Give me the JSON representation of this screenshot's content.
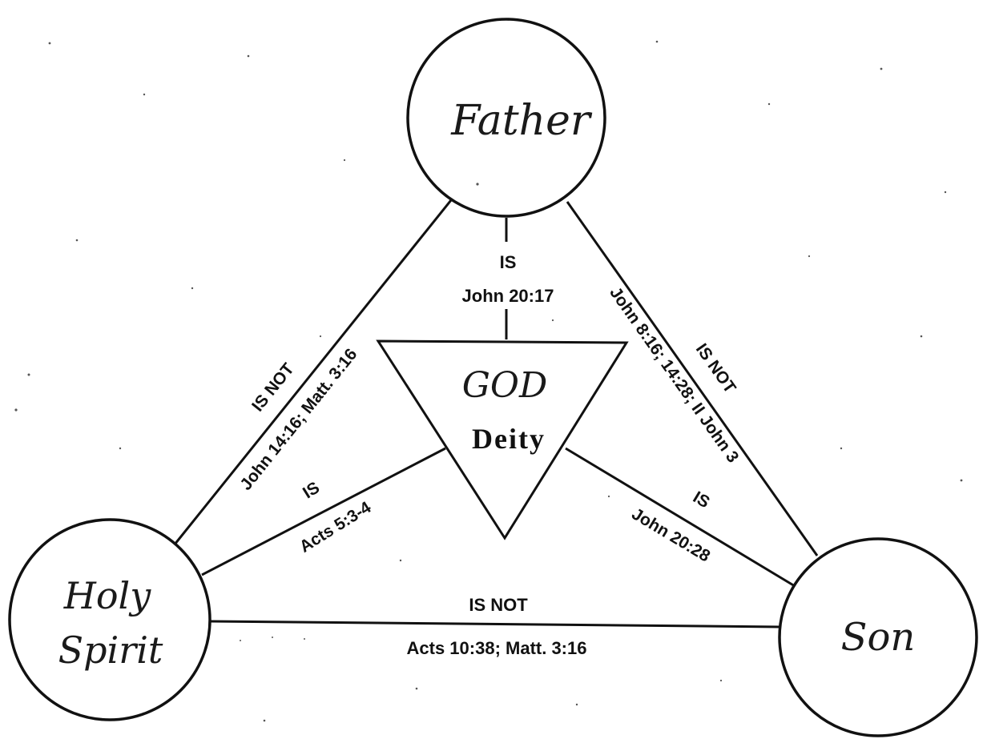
{
  "nodes": {
    "father": {
      "label": "Father"
    },
    "holy_spirit": {
      "line1": "Holy",
      "line2": "Spirit"
    },
    "son": {
      "label": "Son"
    },
    "god": {
      "title": "GOD",
      "subtitle": "Deity"
    }
  },
  "edges": {
    "father_god": {
      "relation": "IS",
      "reference": "John 20:17"
    },
    "father_holy_spirit": {
      "relation": "IS NOT",
      "reference": "John 14:16; Matt. 3:16"
    },
    "father_son": {
      "relation": "IS NOT",
      "reference": "John 8:16; 14:28; II John 3"
    },
    "holy_spirit_god": {
      "relation": "IS",
      "reference": "Acts 5:3-4"
    },
    "son_god": {
      "relation": "IS",
      "reference": "John 20:28"
    },
    "holy_spirit_son": {
      "relation": "IS NOT",
      "reference": "Acts 10:38; Matt. 3:16"
    }
  }
}
